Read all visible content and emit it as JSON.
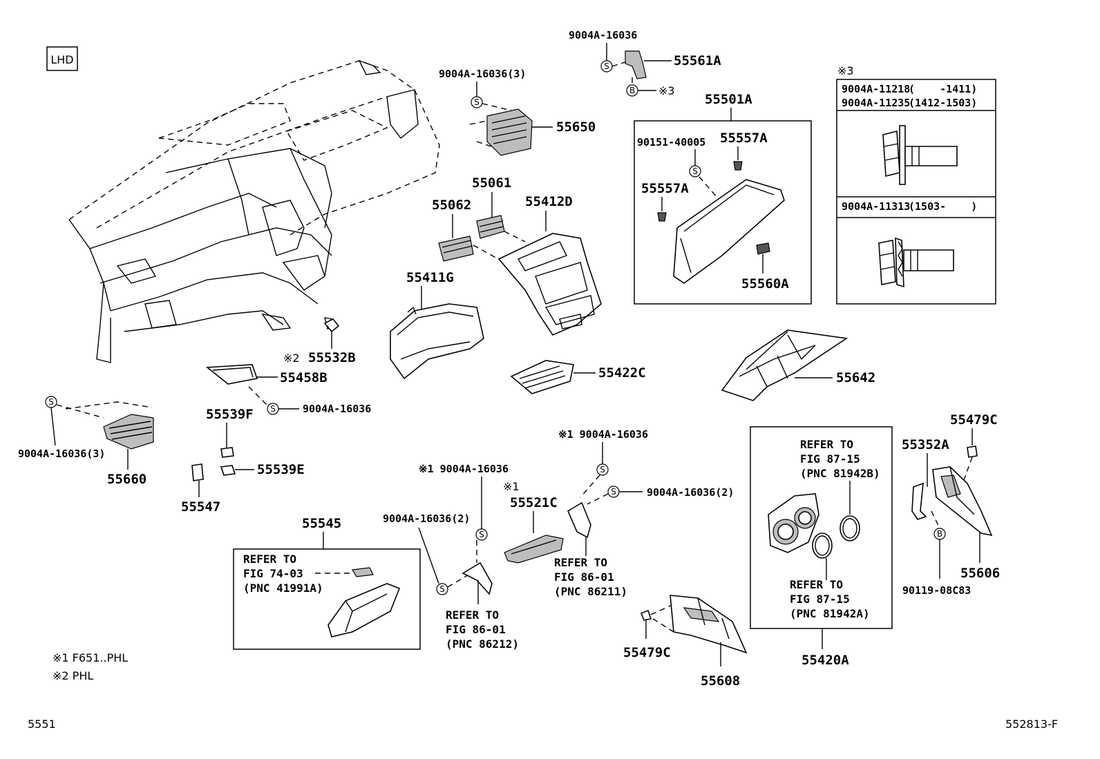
{
  "region_label": "LHD",
  "symbols": {
    "screw": "S",
    "bolt": "B"
  },
  "labels": {
    "p55561A": "55561A",
    "t_9004A_16036_top": "9004A-16036",
    "t_9004A_16036_3_top": "9004A-16036(3)",
    "p55650": "55650",
    "n3_top": "※3",
    "p55501A": "55501A",
    "t_90151_40005": "90151-40005",
    "p55557A_a": "55557A",
    "p55557A_b": "55557A",
    "p55560A": "55560A",
    "p55061": "55061",
    "p55062": "55062",
    "p55412D": "55412D",
    "p55411G": "55411G",
    "p55532B": "55532B",
    "n2_55532B": "※2",
    "p55458B": "55458B",
    "p55422C": "55422C",
    "p55642": "55642",
    "t_9004A_16036_mid": "9004A-16036",
    "t_9004A_16036_3_left": "9004A-16036(3)",
    "p55660": "55660",
    "p55539F": "55539F",
    "p55539E": "55539E",
    "p55547": "55547",
    "p55545": "55545",
    "t_x1_9004A_16036_a": "※1 9004A-16036",
    "t_x1_9004A_16036_b": "※1 9004A-16036",
    "n1_55521C": "※1",
    "p55521C": "55521C",
    "t_9004A_16036_2_a": "9004A-16036(2)",
    "t_9004A_16036_2_b": "9004A-16036(2)",
    "p55479C_a": "55479C",
    "p55479C_b": "55479C",
    "p55352A": "55352A",
    "p55606": "55606",
    "t_90119_08C83": "90119-08C83",
    "p55608": "55608",
    "p55420A": "55420A",
    "footnote1": "※1 F651..PHL",
    "footnote2": "※2 PHL",
    "page_code": "5551",
    "figure_code": "552813-F"
  },
  "bolt_table": {
    "marker": "※3",
    "rows": [
      {
        "part": "9004A-11218",
        "range": "(    -1411)"
      },
      {
        "part": "9004A-11235",
        "range": "(1412-1503)"
      },
      {
        "part": "9004A-11313",
        "range": "(1503-    )"
      }
    ]
  },
  "refer_notes": {
    "fig74": [
      "REFER TO",
      "FIG 74-03",
      "(PNC 41991A)"
    ],
    "fig86_212": [
      "REFER TO",
      "FIG 86-01",
      "(PNC 86212)"
    ],
    "fig86_211": [
      "REFER TO",
      "FIG 86-01",
      "(PNC 86211)"
    ],
    "fig87_b": [
      "REFER TO",
      "FIG 87-15",
      "(PNC 81942B)"
    ],
    "fig87_a": [
      "REFER TO",
      "FIG 87-15",
      "(PNC 81942A)"
    ]
  }
}
